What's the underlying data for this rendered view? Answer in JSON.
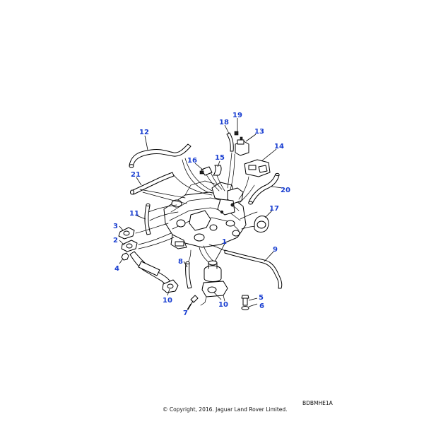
{
  "diagram": {
    "callouts": [
      "1",
      "2",
      "3",
      "4",
      "5",
      "6",
      "7",
      "8",
      "9",
      "10",
      "10",
      "11",
      "12",
      "13",
      "14",
      "15",
      "16",
      "17",
      "18",
      "19",
      "20",
      "21"
    ],
    "reference_code": "BDBMHE1A",
    "copyright": "© Copyright, 2016. Jaguar Land Rover Limited."
  },
  "colors": {
    "callout": "#1a3fd1",
    "line": "#000000",
    "background": "#ffffff"
  }
}
